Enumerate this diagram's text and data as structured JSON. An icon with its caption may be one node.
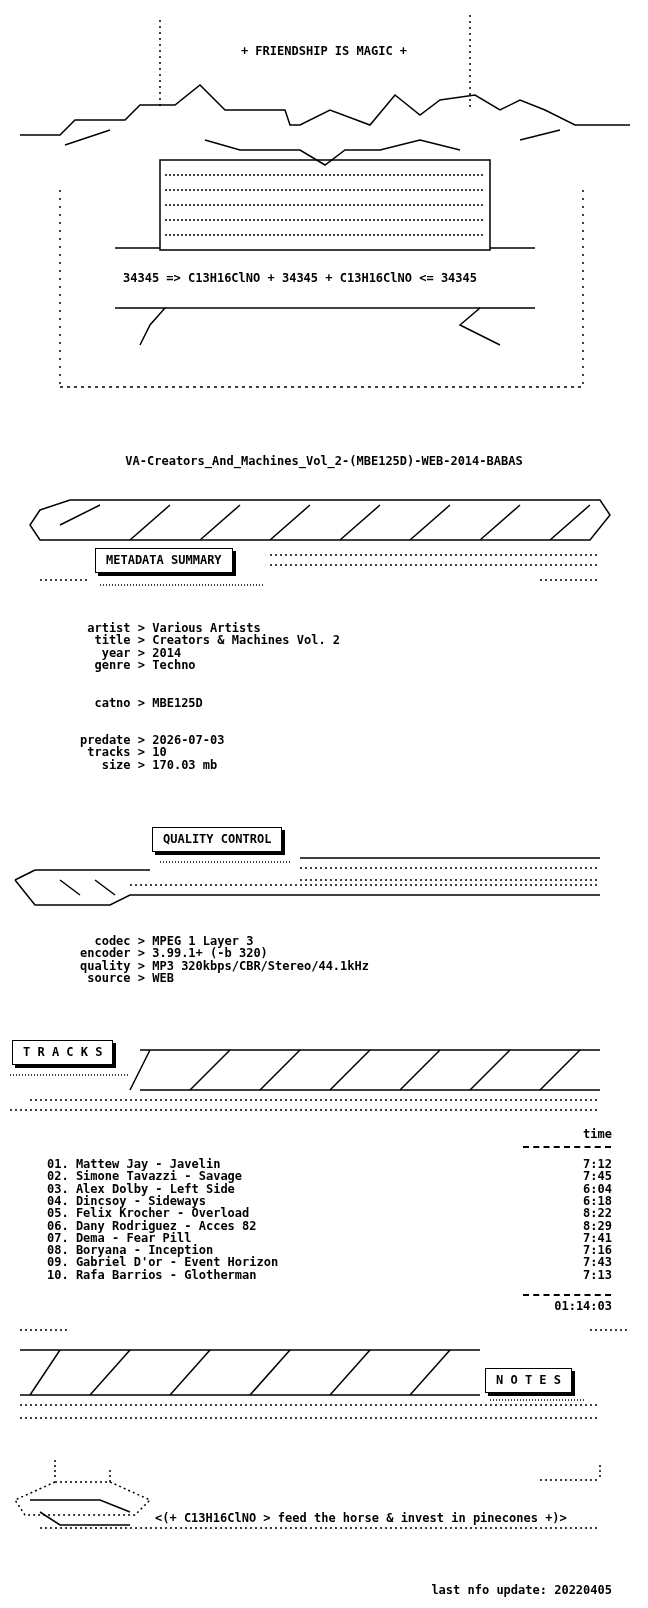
{
  "diagram": {
    "nodes": [
      {
        "text": [
          "METADATA SUMMARY"
        ]
      },
      {
        "text": [
          "QUALITY CONTROL"
        ]
      },
      {
        "text": [
          "T R A C K S"
        ]
      },
      {
        "text": [
          "N O T E S"
        ]
      }
    ],
    "labels": [
      "+ FRIENDSHIP IS MAGIC +",
      "34345 => C13H16ClNO + 34345 + C13H16ClNO <= 34345",
      "VA-Creators_And_Machines_Vol_2-(MBE125D)-WEB-2014-BABAS",
      "artist > Various Artists",
      "title > Creators & Machines Vol. 2",
      "year > 2014",
      "genre > Techno",
      "catno > MBE125D",
      "predate > 2026-07-03",
      "tracks > 10",
      "size > 170.03 mb",
      "codec > MPEG 1 Layer 3",
      "encoder > 3.99.1+ (-b 320)",
      "quality > MP3 320kbps/CBR/Stereo/44.1kHz",
      "source > WEB",
      "time",
      "01. Mattew Jay - Javelin",
      "7:12",
      "02. Simone Tavazzi - Savage",
      "7:45",
      "03. Alex Dolby - Left Side",
      "6:04",
      "04. Dincsoy - Sideways",
      "6:18",
      "05. Felix Krocher - Overload",
      "8:22",
      "06. Dany Rodriguez - Acces 82",
      "8:29",
      "07. Dema - Fear Pill",
      "7:41",
      "08. Boryana - Inception",
      "7:16",
      "09. Gabriel D'or - Event Horizon",
      "7:43",
      "10. Rafa Barrios - Glotherman",
      "7:13",
      "01:14:03",
      "<(+ C13H16ClNO > feed the horse & invest in pinecones +)>",
      "last nfo update: 20220405"
    ]
  }
}
